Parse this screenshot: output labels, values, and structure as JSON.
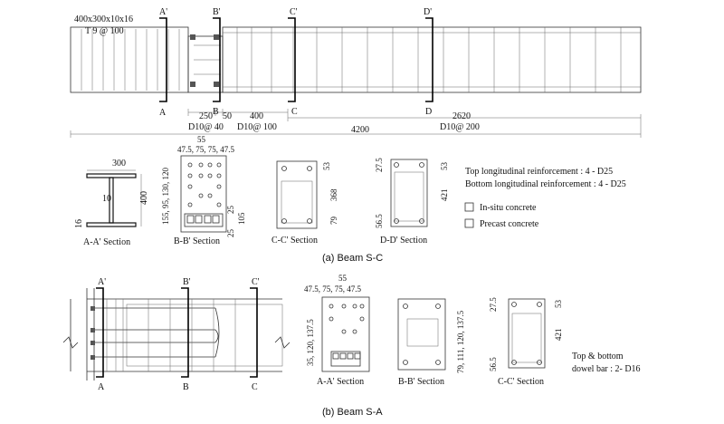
{
  "beam_sc": {
    "member_label": "400x300x10x16",
    "tie_label": "T 9 @ 100",
    "cuts": [
      {
        "top": "A'",
        "bottom": "A"
      },
      {
        "top": "B'",
        "bottom": "B"
      },
      {
        "top": "C'",
        "bottom": "C"
      },
      {
        "top": "D'",
        "bottom": "D"
      }
    ],
    "dims": {
      "d250": "250",
      "d50": "50",
      "d400": "400",
      "d2620": "2620",
      "d4200": "4200",
      "s40": "D10@ 40",
      "s100": "D10@ 100",
      "s200": "D10@ 200"
    },
    "sec_a": {
      "title": "A-A' Section",
      "w": "300",
      "tw": "10",
      "h": "400",
      "tf": "16"
    },
    "sec_b": {
      "title": "B-B' Section",
      "top_dims": "47.5, 75, 75, 47.5",
      "top_mid": "55",
      "left_dims": "155, 95, 130, 120",
      "r25a": "25",
      "r105": "105",
      "r25b": "25"
    },
    "sec_c": {
      "title": "C-C' Section",
      "d53": "53",
      "d368": "368",
      "d79": "79"
    },
    "sec_d": {
      "title": "D-D' Section",
      "d275": "27.5",
      "d53": "53",
      "d421": "421",
      "d565": "56.5"
    },
    "notes": {
      "top": "Top longitudinal reinforcement : 4 - D25",
      "bottom": "Bottom longitudinal reinforcement : 4 - D25"
    },
    "legend": {
      "insitu": "In-situ concrete",
      "precast": "Precast concrete"
    },
    "caption": "(a)  Beam  S-C"
  },
  "beam_sa": {
    "cuts": [
      {
        "top": "A'",
        "bottom": "A"
      },
      {
        "top": "B'",
        "bottom": "B"
      },
      {
        "top": "C'",
        "bottom": "C"
      }
    ],
    "sec_a": {
      "title": "A-A' Section",
      "top_dims": "47.5, 75, 75, 47.5",
      "top_mid": "55",
      "left_dims": "35, 120, 137.5"
    },
    "sec_b": {
      "title": "B-B' Section",
      "right_dims": "79, 111, 120, 137.5"
    },
    "sec_c": {
      "title": "C-C' Section",
      "d275": "27.5",
      "d53": "53",
      "d421": "421",
      "d565": "56.5"
    },
    "note": {
      "line1": "Top & bottom",
      "line2": "dowel bar : 2- D16"
    },
    "caption": "(b)  Beam  S-A"
  },
  "colors": {
    "line": "#333333",
    "hatch": "#888888",
    "cutline": "#000000"
  }
}
